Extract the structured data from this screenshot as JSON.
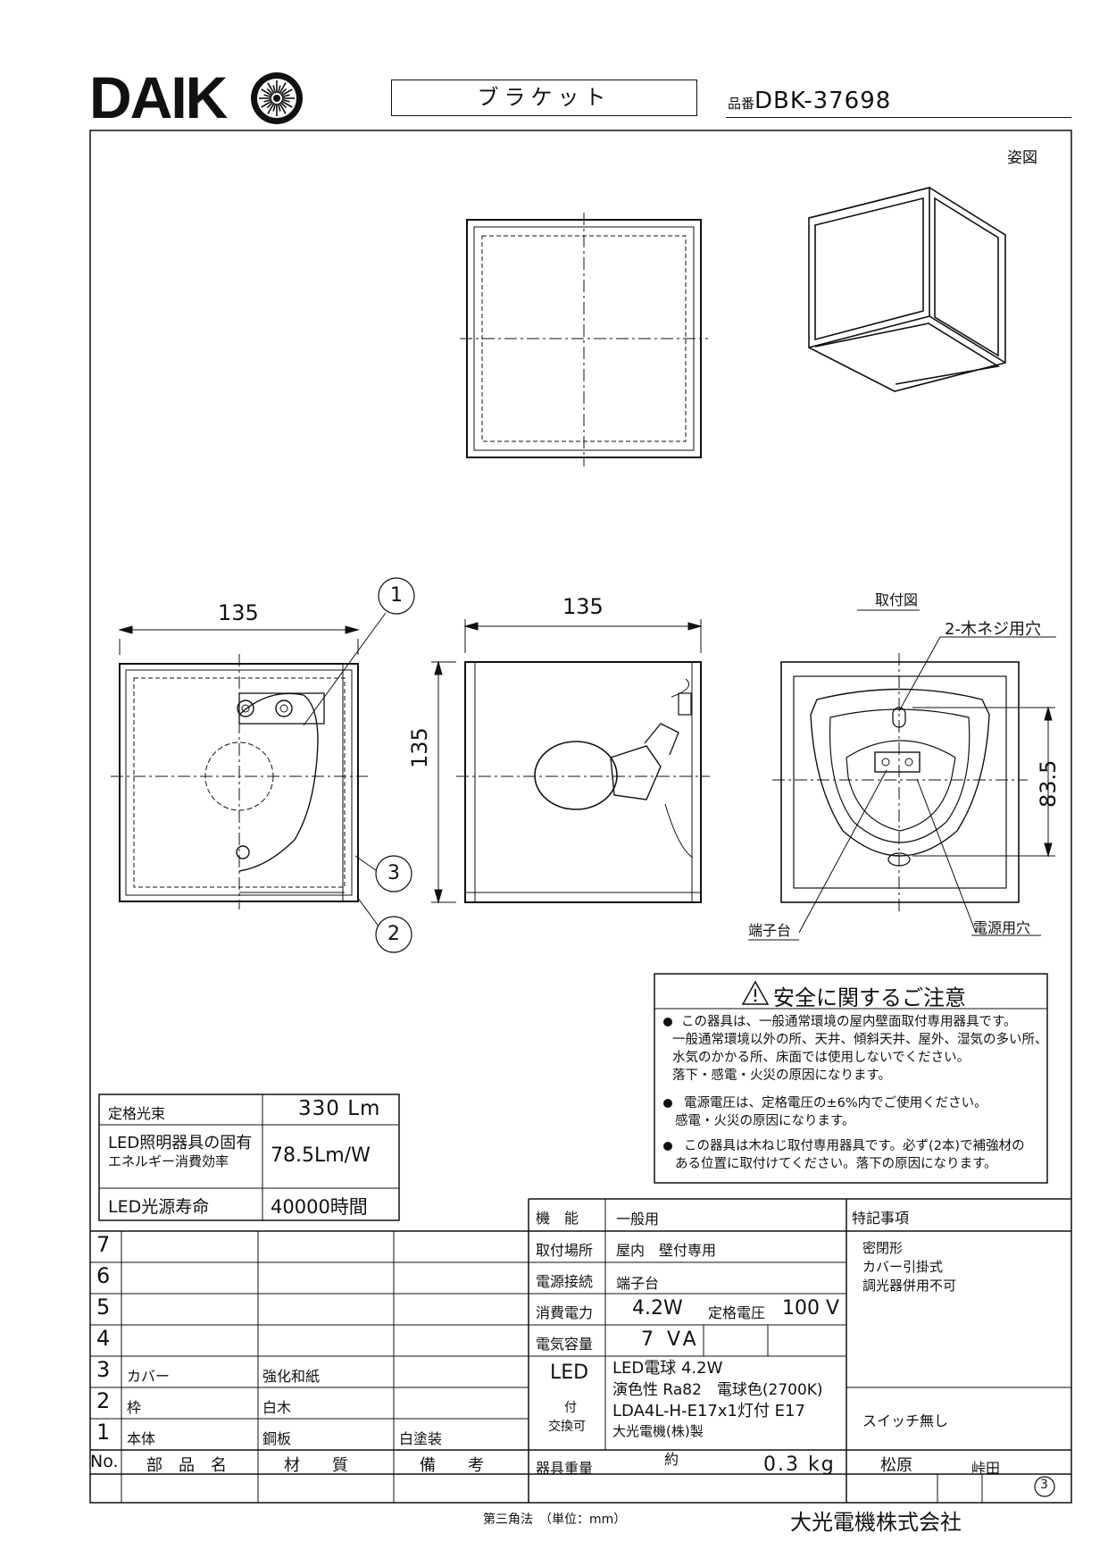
{
  "header": {
    "brand": "DAIK",
    "product_type": "ブラケット",
    "part_no_label": "品番",
    "part_no": "DBK-37698"
  },
  "views": {
    "appearance_label": "姿図",
    "dim_width_front": "135",
    "dim_width_side": "135",
    "dim_height": "135",
    "mount_title": "取付図",
    "screw_holes": "2-木ネジ用穴",
    "dim_pitch": "83.5",
    "terminal": "端子台",
    "power_hole": "電源用穴",
    "callouts": [
      "1",
      "2",
      "3"
    ]
  },
  "safety": {
    "title": "安全に関するご注意",
    "items": [
      [
        "この器具は、一般通常環境の屋内壁面取付専用器具です。",
        "一般通常環境以外の所、天井、傾斜天井、屋外、湿気の多い所、",
        "水気のかかる所、床面では使用しないでください。",
        "落下・感電・火災の原因になります。"
      ],
      [
        "電源電圧は、定格電圧の±6%内でご使用ください。",
        "感電・火災の原因になります。"
      ],
      [
        "この器具は木ねじ取付専用器具です。必ず(2本)で補強材の",
        "ある位置に取付けてください。落下の原因になります。"
      ]
    ]
  },
  "specs": {
    "rows": [
      {
        "label": "定格光束",
        "value": "330 Lm"
      },
      {
        "label": "LED照明器具の固有",
        "label2": "エネルギー消費効率",
        "value": "78.5Lm/W"
      },
      {
        "label": "LED光源寿命",
        "value": "40000時間"
      }
    ]
  },
  "parts": {
    "row_numbers": [
      "7",
      "6",
      "5",
      "4",
      "3",
      "2",
      "1"
    ],
    "rows": [
      {
        "no": "3",
        "name": "カバー",
        "material": "強化和紙",
        "note": ""
      },
      {
        "no": "2",
        "name": "枠",
        "material": "白木",
        "note": ""
      },
      {
        "no": "1",
        "name": "本体",
        "material": "鋼板",
        "note": "白塗装"
      }
    ],
    "header": {
      "no": "No.",
      "name": "部　品　名",
      "material": "材　　質",
      "note": "備　　考"
    }
  },
  "details": {
    "function_label": "機　能",
    "function": "一般用",
    "mount_label": "取付場所",
    "mount": "屋内　壁付専用",
    "connection_label": "電源接続",
    "connection": "端子台",
    "power_label": "消費電力",
    "power": "4.2W",
    "voltage_label": "定格電圧",
    "voltage": "100 V",
    "capacity_label": "電気容量",
    "capacity": "7 VA",
    "led_label": "LED",
    "led_label2": "付",
    "led_label3": "交換可",
    "led_lines": [
      "LED電球 4.2W",
      "演色性 Ra82　電球色(2700K)",
      "LDA4L-H-E17x1灯付 E17",
      "大光電機(株)製"
    ],
    "weight_label": "器具重量",
    "weight_prefix": "約",
    "weight": "0.3 kg"
  },
  "notes": {
    "title": "特記事項",
    "lines": [
      "密閉形",
      "カバー引掛式",
      "調光器併用不可"
    ],
    "switch": "スイッチ無し"
  },
  "signoff": {
    "designer": "松原",
    "checker": "峠田",
    "rev": "3"
  },
  "footer": {
    "projection": "第三角法　（単位：mm）",
    "company": "大光電機株式会社"
  }
}
